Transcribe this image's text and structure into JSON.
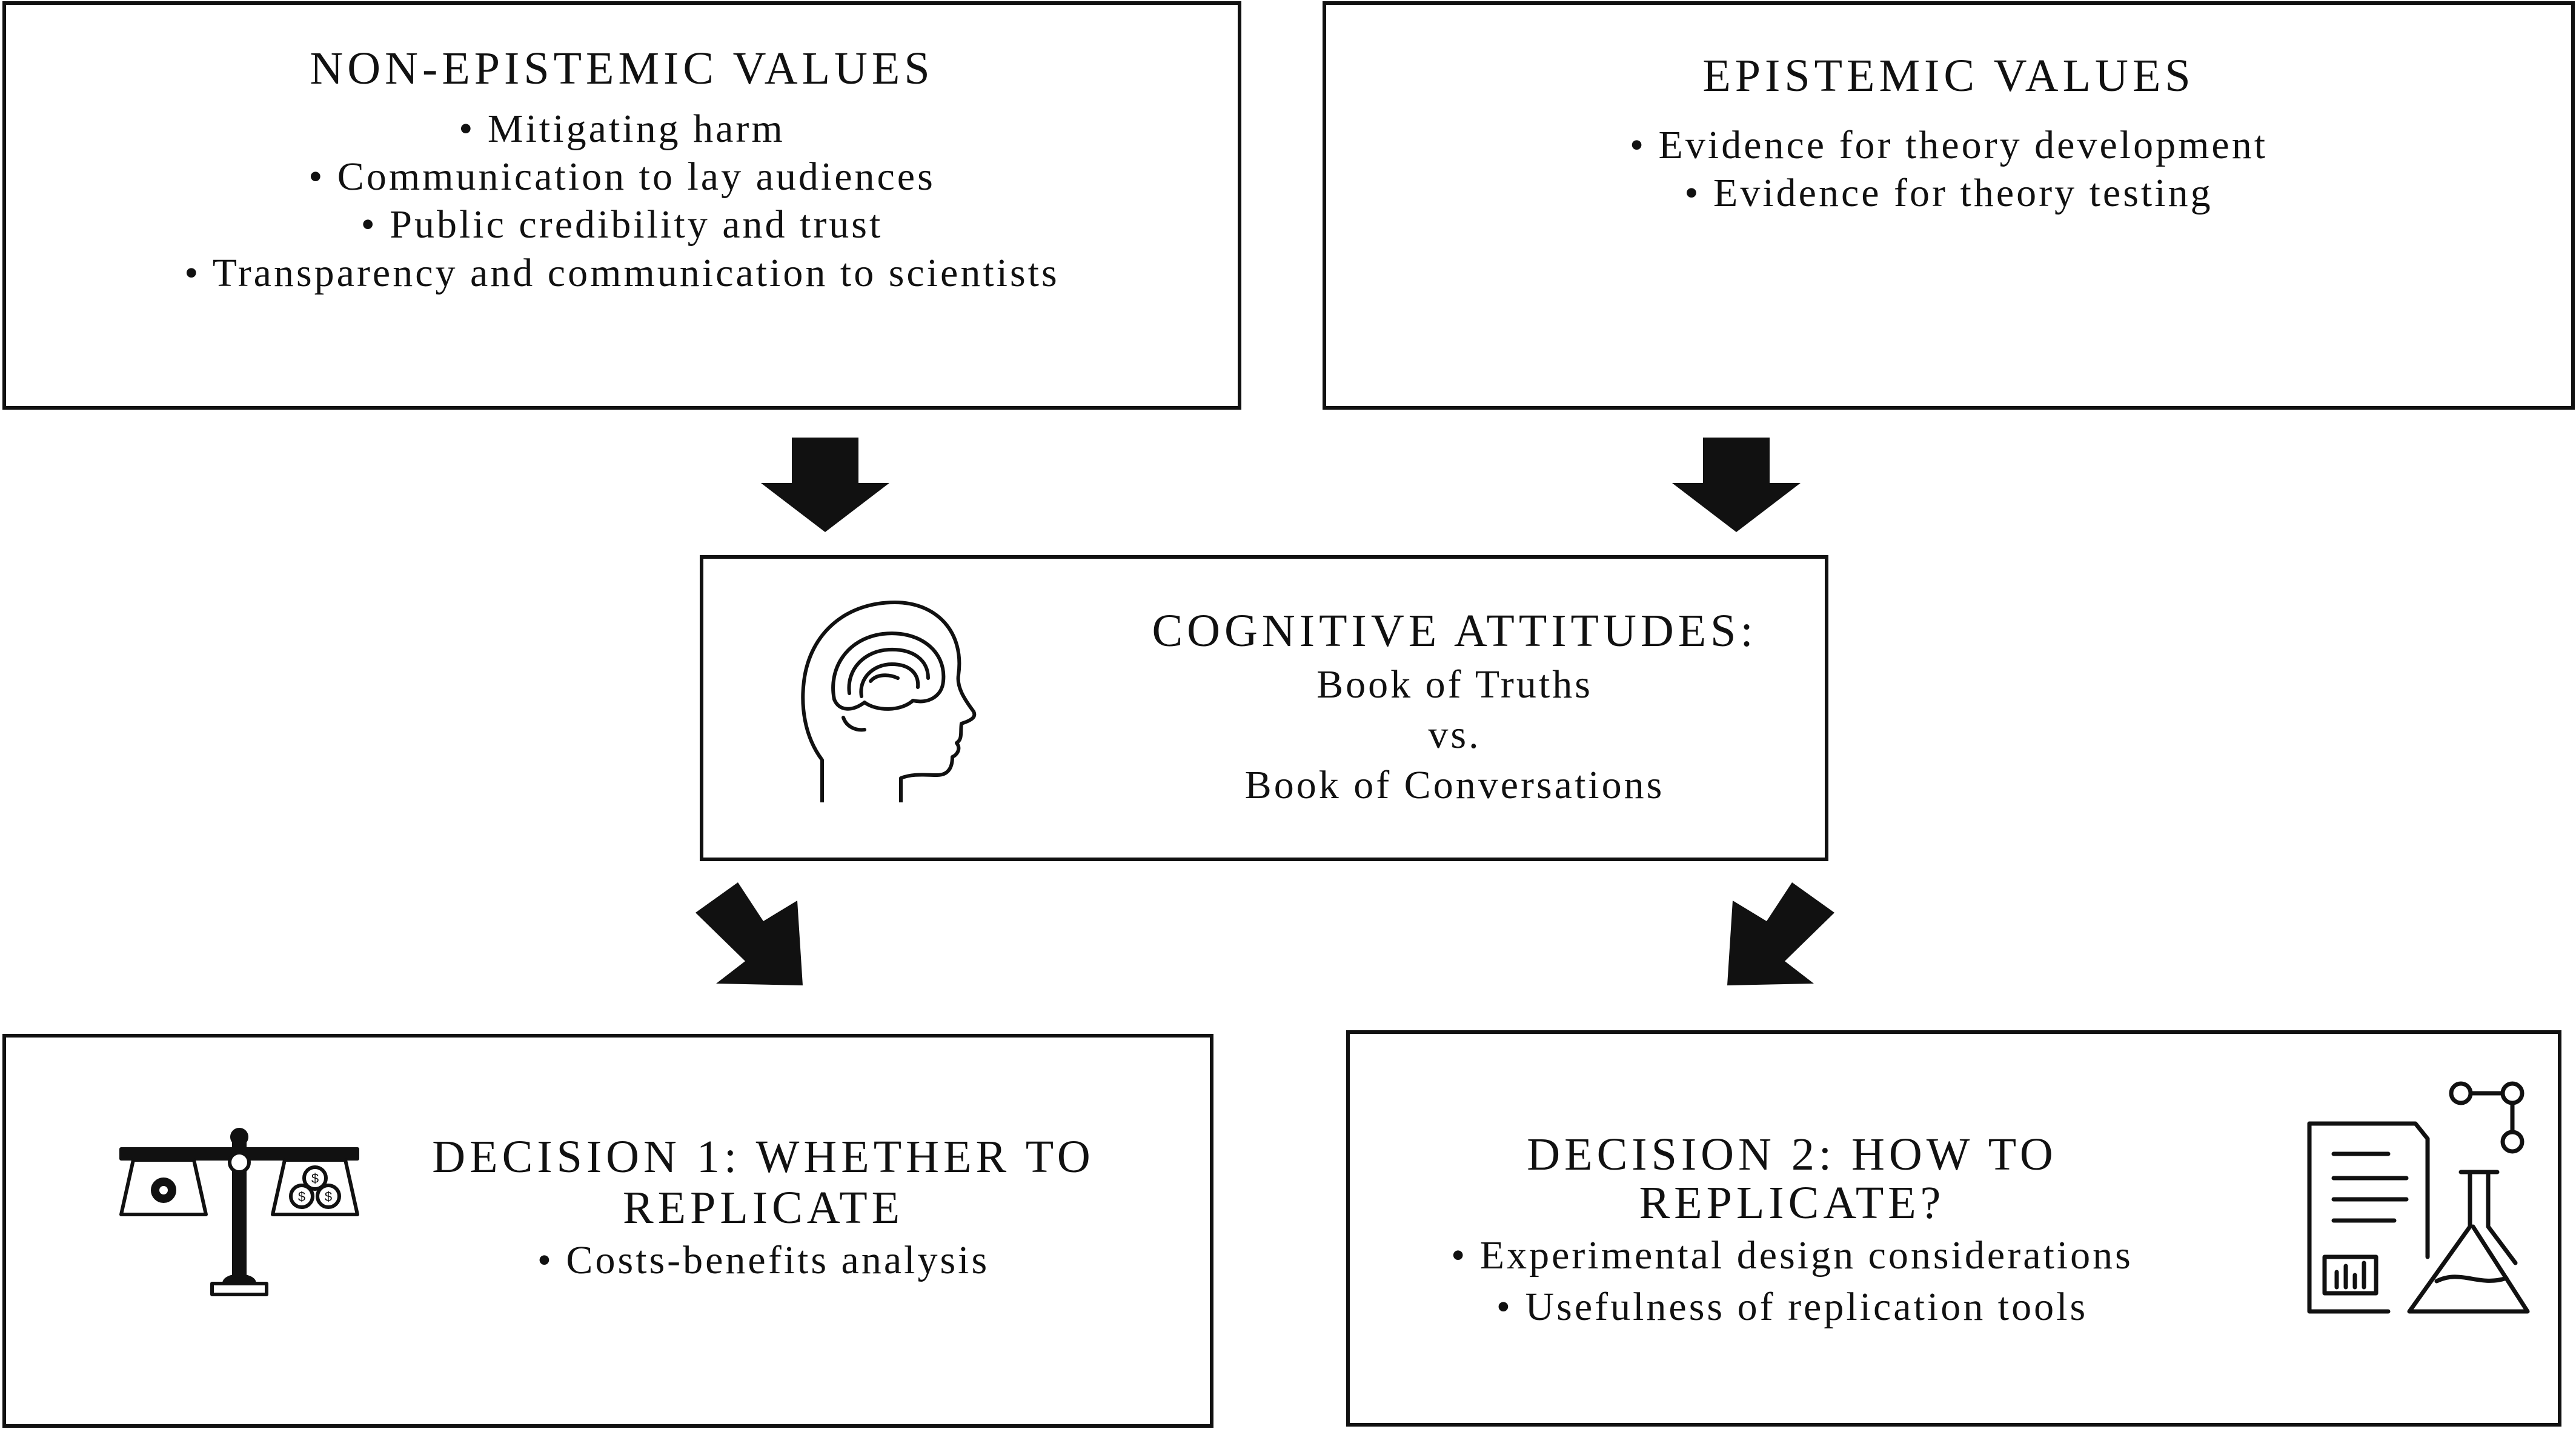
{
  "non_epistemic": {
    "title": "NON-EPISTEMIC VALUES",
    "items": [
      "• Mitigating harm",
      "• Communication to lay audiences",
      "• Public credibility and trust",
      "• Transparency and communication to scientists"
    ]
  },
  "epistemic": {
    "title": "EPISTEMIC VALUES",
    "items": [
      "• Evidence for theory development",
      "• Evidence for theory testing"
    ]
  },
  "cognitive": {
    "title": "COGNITIVE ATTITUDES:",
    "line1": "Book of Truths",
    "line2": "vs.",
    "line3": "Book of Conversations",
    "icon": "head-brain-icon"
  },
  "decision1": {
    "title_line1": "DECISION 1: WHETHER TO",
    "title_line2": "REPLICATE",
    "items": [
      "• Costs-benefits analysis"
    ],
    "icon": "balance-scale-icon"
  },
  "decision2": {
    "title": "DECISION 2: HOW TO REPLICATE?",
    "items": [
      "• Experimental design considerations",
      "• Usefulness of replication tools"
    ],
    "icon": "lab-report-flask-icon"
  },
  "colors": {
    "stroke": "#111111",
    "background": "#ffffff"
  }
}
